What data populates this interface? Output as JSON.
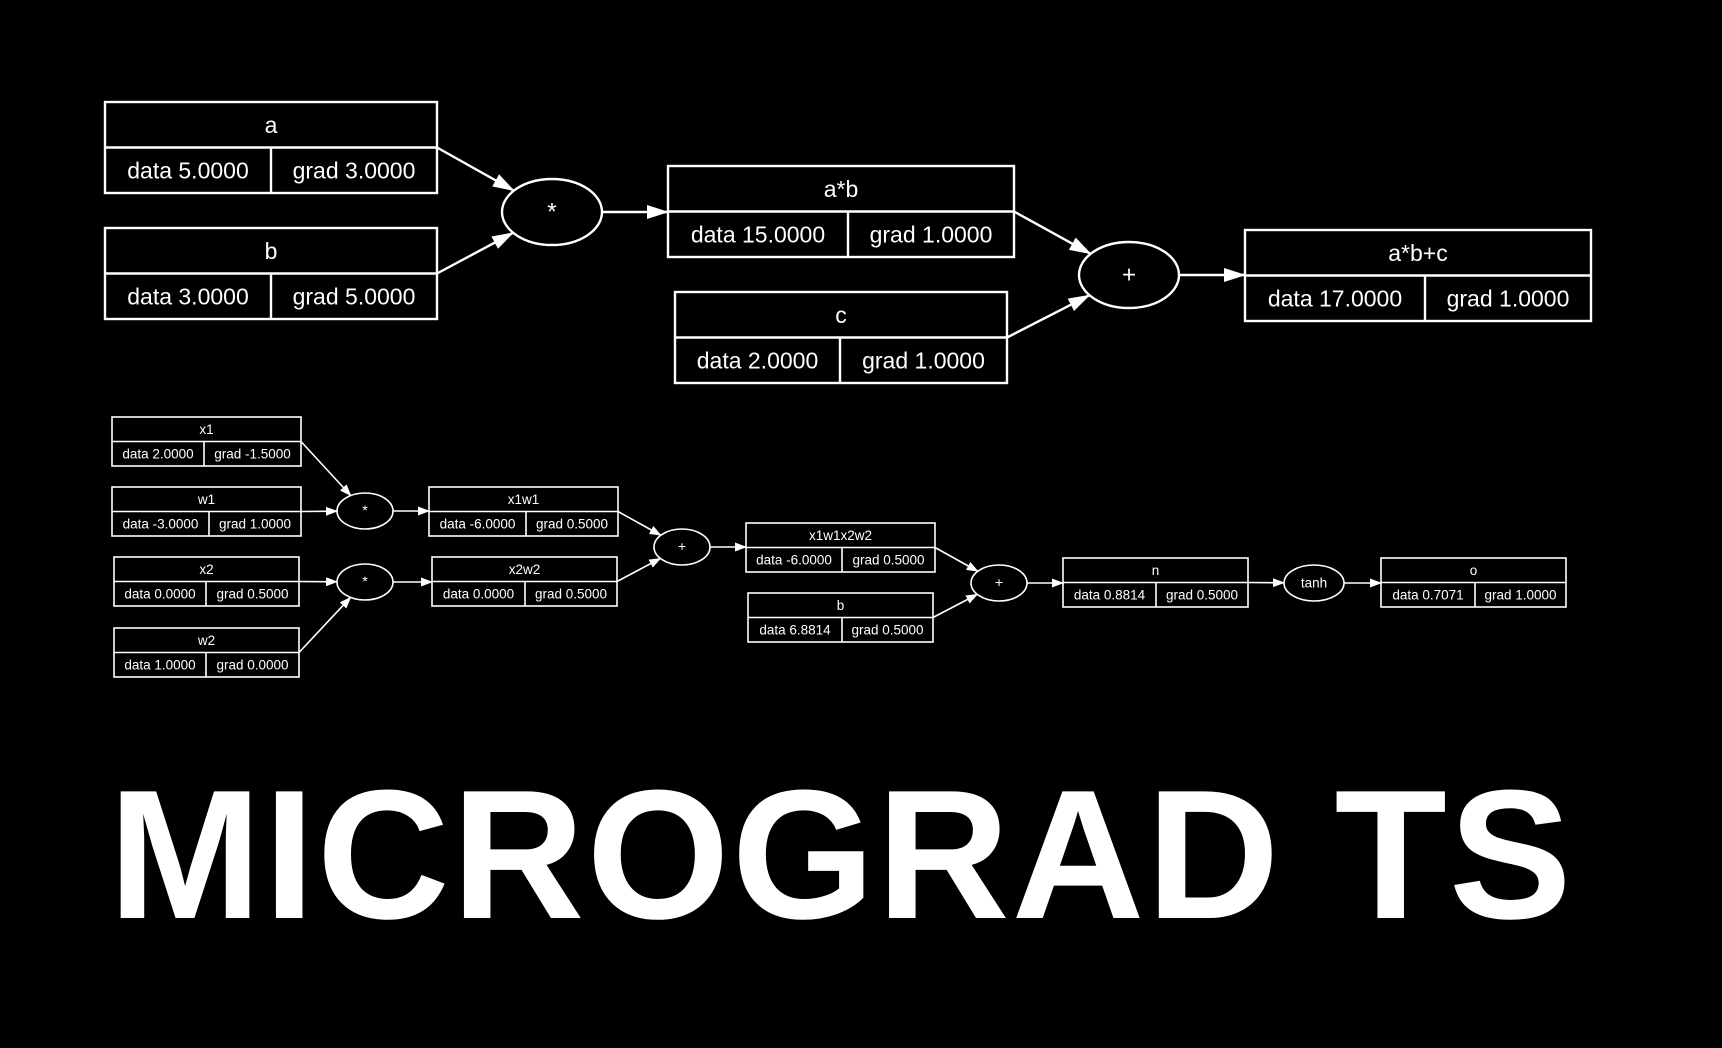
{
  "colors": {
    "background": "#000000",
    "foreground": "#ffffff"
  },
  "graphs": [
    {
      "nodes": [
        {
          "id": "a",
          "label": "a",
          "data": "data 5.0000",
          "grad": "grad 3.0000"
        },
        {
          "id": "b",
          "label": "b",
          "data": "data 3.0000",
          "grad": "grad 5.0000"
        },
        {
          "id": "ab",
          "label": "a*b",
          "data": "data 15.0000",
          "grad": "grad 1.0000"
        },
        {
          "id": "c",
          "label": "c",
          "data": "data 2.0000",
          "grad": "grad 1.0000"
        },
        {
          "id": "abc",
          "label": "a*b+c",
          "data": "data 17.0000",
          "grad": "grad 1.0000"
        }
      ],
      "ops": [
        {
          "id": "mul",
          "label": "*"
        },
        {
          "id": "add",
          "label": "+"
        }
      ],
      "edges": [
        [
          "a",
          "mul"
        ],
        [
          "b",
          "mul"
        ],
        [
          "mul",
          "ab"
        ],
        [
          "ab",
          "add"
        ],
        [
          "c",
          "add"
        ],
        [
          "add",
          "abc"
        ]
      ]
    },
    {
      "nodes": [
        {
          "id": "x1",
          "label": "x1",
          "data": "data 2.0000",
          "grad": "grad -1.5000"
        },
        {
          "id": "w1",
          "label": "w1",
          "data": "data -3.0000",
          "grad": "grad 1.0000"
        },
        {
          "id": "x2",
          "label": "x2",
          "data": "data 0.0000",
          "grad": "grad 0.5000"
        },
        {
          "id": "w2",
          "label": "w2",
          "data": "data 1.0000",
          "grad": "grad 0.0000"
        },
        {
          "id": "x1w1",
          "label": "x1w1",
          "data": "data -6.0000",
          "grad": "grad 0.5000"
        },
        {
          "id": "x2w2",
          "label": "x2w2",
          "data": "data 0.0000",
          "grad": "grad 0.5000"
        },
        {
          "id": "x1w1x2w2",
          "label": "x1w1x2w2",
          "data": "data -6.0000",
          "grad": "grad 0.5000"
        },
        {
          "id": "bias",
          "label": "b",
          "data": "data 6.8814",
          "grad": "grad 0.5000"
        },
        {
          "id": "n",
          "label": "n",
          "data": "data 0.8814",
          "grad": "grad 0.5000"
        },
        {
          "id": "o",
          "label": "o",
          "data": "data 0.7071",
          "grad": "grad 1.0000"
        }
      ],
      "ops": [
        {
          "id": "mul1",
          "label": "*"
        },
        {
          "id": "mul2",
          "label": "*"
        },
        {
          "id": "add1",
          "label": "+"
        },
        {
          "id": "add2",
          "label": "+"
        },
        {
          "id": "tanh",
          "label": "tanh"
        }
      ],
      "edges": [
        [
          "x1",
          "mul1"
        ],
        [
          "w1",
          "mul1"
        ],
        [
          "mul1",
          "x1w1"
        ],
        [
          "x2",
          "mul2"
        ],
        [
          "w2",
          "mul2"
        ],
        [
          "mul2",
          "x2w2"
        ],
        [
          "x1w1",
          "add1"
        ],
        [
          "x2w2",
          "add1"
        ],
        [
          "add1",
          "x1w1x2w2"
        ],
        [
          "x1w1x2w2",
          "add2"
        ],
        [
          "bias",
          "add2"
        ],
        [
          "add2",
          "n"
        ],
        [
          "n",
          "tanh"
        ],
        [
          "tanh",
          "o"
        ]
      ]
    }
  ],
  "banner": {
    "title": "MICROGRAD TS"
  }
}
